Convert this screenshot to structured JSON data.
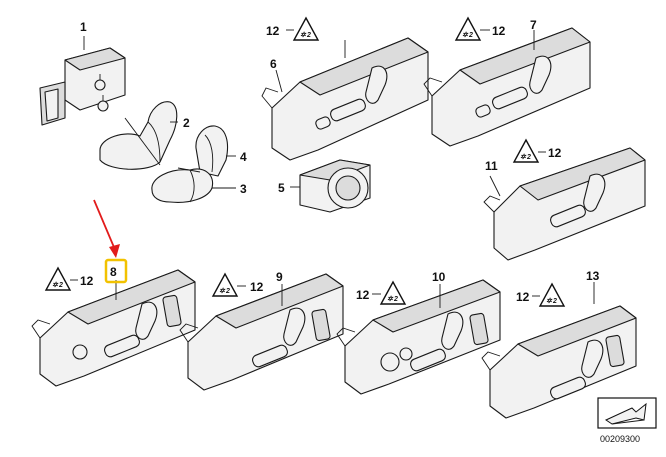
{
  "diagram": {
    "part_labels": [
      "1",
      "2",
      "3",
      "4",
      "5",
      "6",
      "7",
      "8",
      "9",
      "10",
      "11",
      "12",
      "13"
    ],
    "callout_12": "12",
    "warning_symbol": "✲",
    "warning_text": "2",
    "highlighted_part": "8",
    "highlight_color": "#f2c200",
    "arrow_color": "#e21b1b",
    "diagram_code": "00209300"
  }
}
